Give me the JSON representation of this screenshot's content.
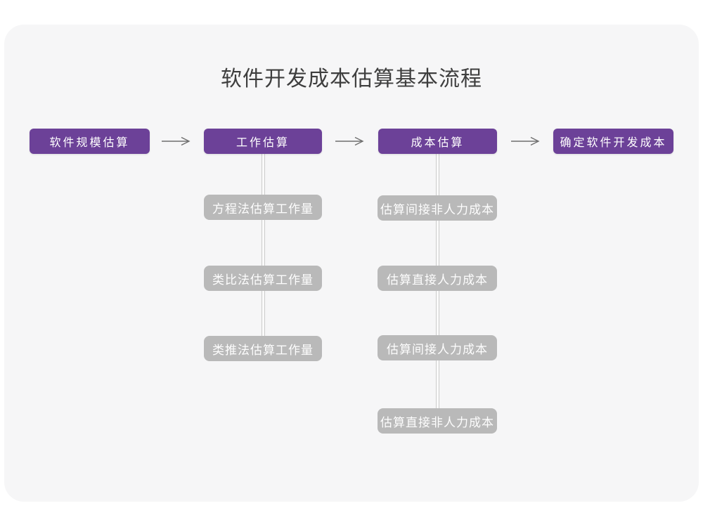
{
  "title": "软件开发成本估算基本流程",
  "colors": {
    "accent_purple": "#6c4198",
    "sub_node_gray": "#b9b9b9",
    "canvas_bg": "#f6f6f7",
    "page_bg": "#ffffff",
    "connector_line": "#cbcbcb",
    "arrow_gray": "#6e6e6e",
    "title_text": "#3e3e3e",
    "node_text": "#ffffff"
  },
  "flow": {
    "stages": [
      {
        "label": "软件规模估算",
        "children": []
      },
      {
        "label": "工作估算",
        "children": [
          "方程法估算工作量",
          "类比法估算工作量",
          "类推法估算工作量"
        ]
      },
      {
        "label": "成本估算",
        "children": [
          "估算间接非人力成本",
          "估算直接人力成本",
          "估算间接人力成本",
          "估算直接非人力成本"
        ]
      },
      {
        "label": "确定软件开发成本",
        "children": []
      }
    ]
  }
}
